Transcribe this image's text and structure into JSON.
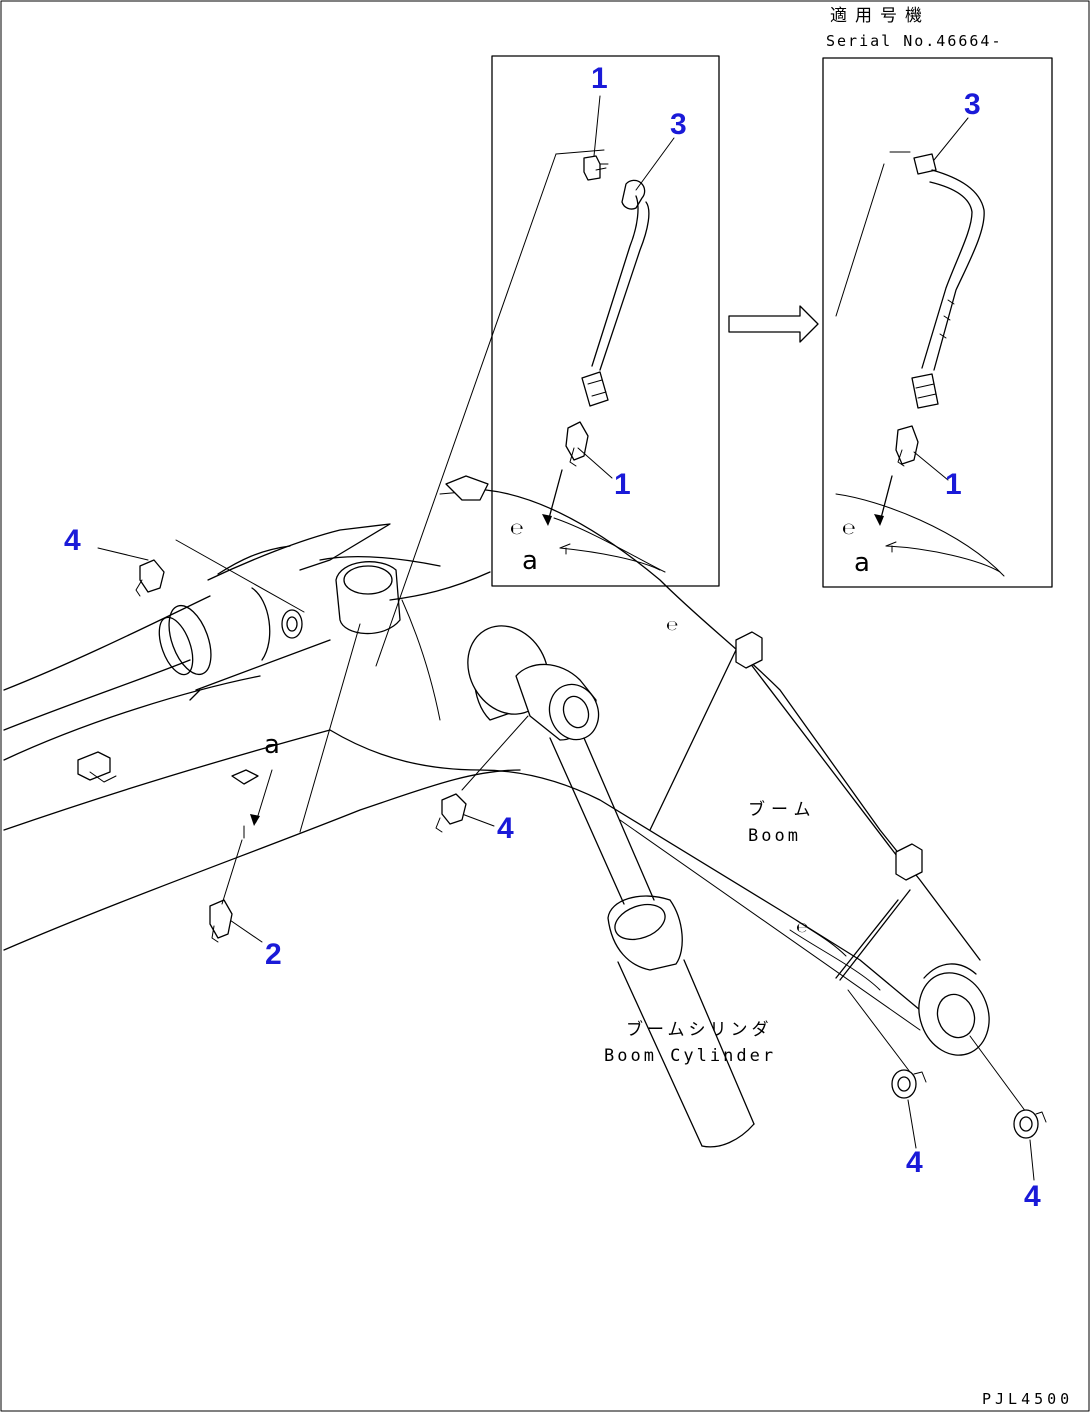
{
  "applicability": {
    "label_jp": "適用号機",
    "serial": "Serial No.46664-"
  },
  "callouts": {
    "c1a": "1",
    "c3a": "3",
    "c1b": "1",
    "c3b": "3",
    "c1c": "1",
    "c4a": "4",
    "c4b": "4",
    "c2": "2",
    "c4c": "4",
    "c4d": "4"
  },
  "view_labels": {
    "a_inset1": "a",
    "a_inset2": "a",
    "a_main": "a"
  },
  "parts": {
    "boom_jp": "ブーム",
    "boom_en": "Boom",
    "cylinder_jp": "ブームシリンダ",
    "cylinder_en": "Boom Cylinder"
  },
  "drawing_code": "PJL4500",
  "colors": {
    "callout": "#1a1ad8",
    "line": "#000000"
  }
}
